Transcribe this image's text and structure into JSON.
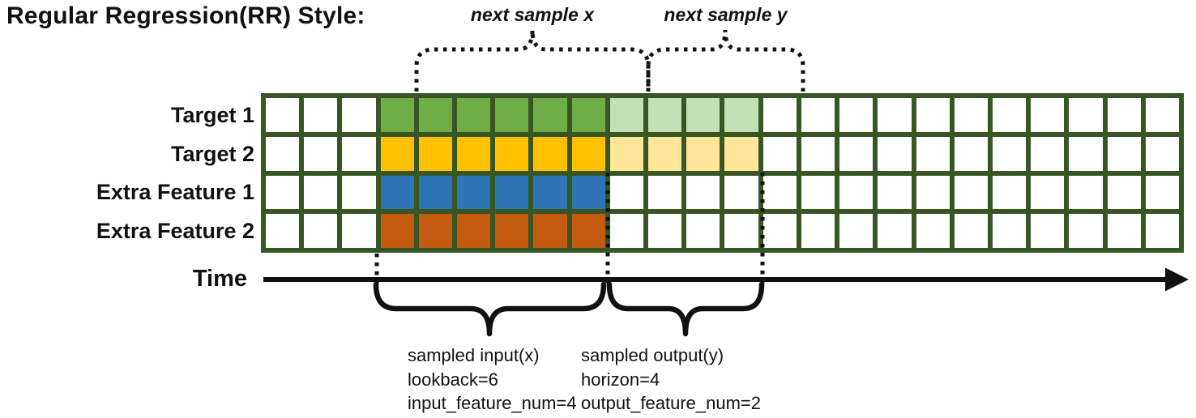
{
  "title": "Regular Regression(RR) Style:",
  "annotations": {
    "next_sample_x": "next sample x",
    "next_sample_y": "next sample y",
    "time_label": "Time",
    "input_lines": [
      "sampled input(x)",
      "lookback=6",
      "input_feature_num=4"
    ],
    "output_lines": [
      "sampled output(y)",
      "horizon=4",
      "output_feature_num=2"
    ]
  },
  "grid": {
    "columns": 24,
    "input_start_col": 3,
    "input_end_col": 8,
    "output_start_col": 9,
    "output_end_col": 12,
    "line_color": "#375623",
    "empty_cell_color": "#FFFFFF",
    "rows": [
      {
        "label": "Target 1",
        "input_color": "#70AD47",
        "output_color": "#C5E0B4",
        "has_output": true
      },
      {
        "label": "Target 2",
        "input_color": "#FFC000",
        "output_color": "#FFE699",
        "has_output": true
      },
      {
        "label": "Extra Feature 1",
        "input_color": "#2E75B6",
        "output_color": null,
        "has_output": false
      },
      {
        "label": "Extra Feature 2",
        "input_color": "#C55A11",
        "output_color": null,
        "has_output": false
      }
    ]
  },
  "params": {
    "lookback": 6,
    "horizon": 4,
    "input_feature_num": 4,
    "output_feature_num": 2
  },
  "colors": {
    "annotation": "#111111",
    "grid_line": "#375623"
  }
}
